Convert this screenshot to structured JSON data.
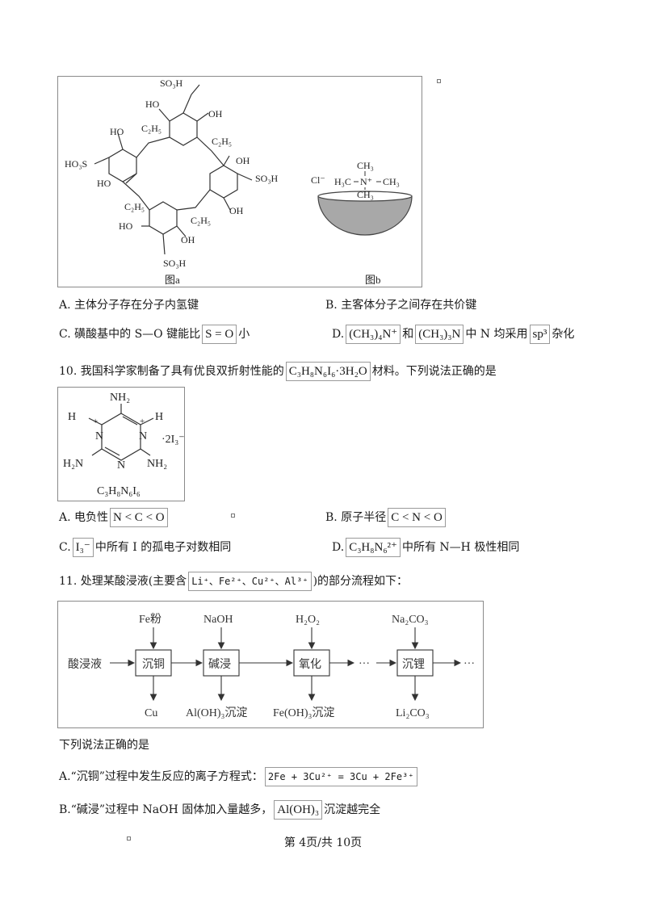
{
  "q9": {
    "fig_a": {
      "caption": "图a",
      "so3h": "SO₃H",
      "ho3s": "HO₃S",
      "oh": "OH",
      "ho": "HO",
      "c2h5": "C₂H₅"
    },
    "fig_b": {
      "caption": "图b",
      "anion": "Cl⁻",
      "methyl": "CH₃",
      "h3c": "H₃C",
      "n_plus": "N⁺",
      "dash": "—"
    },
    "options": {
      "a": "A. 主体分子存在分子内氢键",
      "b": "B. 主客体分子之间存在共价键",
      "c_pre": "C. 磺酸基中的 S—O 键能比",
      "c_math": "S = O",
      "c_post": "小",
      "d_pre": "D.",
      "d_math1": "(CH₃)₄N⁺",
      "d_mid": "和",
      "d_math2": "(CH₃)₃N",
      "d_mid2": "中 N 均采用",
      "d_math3": "sp³",
      "d_post": "杂化"
    }
  },
  "q10": {
    "stem_pre": "10. 我国科学家制备了具有优良双折射性能的",
    "stem_math": "C₃H₈N₆I₆·3H₂O",
    "stem_post": "材料。下列说法正确的是",
    "figure": {
      "nh2": "NH₂",
      "h2n": "H₂N",
      "h": "H",
      "n": "N",
      "plus": "+",
      "anion": "·2I₃⁻",
      "formula": "C₃H₈N₆I₆"
    },
    "options": {
      "a_pre": "A. 电负性",
      "a_math": "N < C < O",
      "b_pre": "B. 原子半径",
      "b_math": "C < N < O",
      "c_pre": "C.",
      "c_math": "I₃⁻",
      "c_post": "中所有 I 的孤电子对数相同",
      "d_pre": "D.",
      "d_math": "C₃H₈N₆²⁺",
      "d_post": "中所有 N—H 极性相同"
    }
  },
  "q11": {
    "stem_pre": "11. 处理某酸浸液(主要含",
    "stem_math": "Li⁺、Fe²⁺、Cu²⁺、Al³⁺",
    "stem_post": ")的部分流程如下：",
    "flow": {
      "start": "酸浸液",
      "steps": [
        {
          "reagent": "Fe粉",
          "box": "沉铜",
          "product": "Cu"
        },
        {
          "reagent": "NaOH",
          "box": "碱浸",
          "product": "Al(OH)₃沉淀"
        },
        {
          "reagent": "H₂O₂",
          "box": "氧化",
          "product": "Fe(OH)₃沉淀"
        },
        {
          "reagent": "Na₂CO₃",
          "box": "沉锂",
          "product": "Li₂CO₃"
        }
      ],
      "ellipsis": "···"
    },
    "question": "下列说法正确的是",
    "options": {
      "a_pre": "A.“沉铜”过程中发生反应的离子方程式：",
      "a_math": "2Fe + 3Cu²⁺ = 3Cu + 2Fe³⁺",
      "b_pre": "B.“碱浸”过程中 NaOH 固体加入量越多，",
      "b_math": "Al(OH)₃",
      "b_post": "沉淀越完全"
    }
  },
  "footer": {
    "page": "第 4页/共 10页"
  }
}
